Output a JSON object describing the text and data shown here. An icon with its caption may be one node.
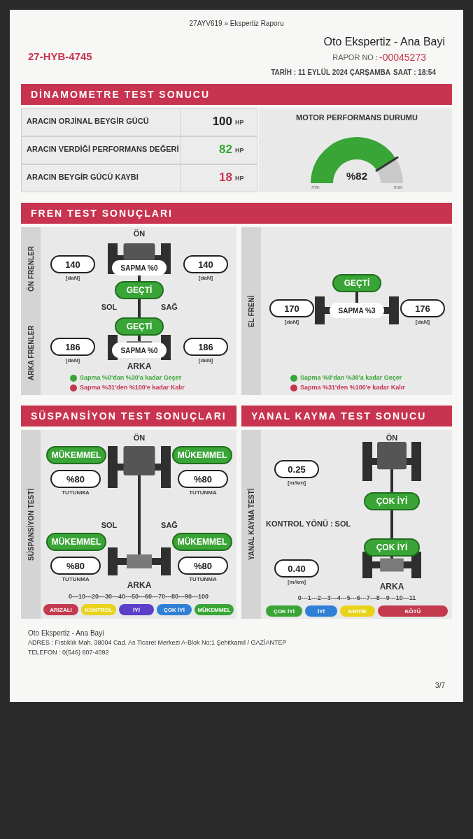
{
  "diagram": {
    "nodes": [
      {
        "text": [
          "DİNAMOMETRE TEST SONUCU"
        ]
      },
      {
        "text": [
          "FREN TEST SONUÇLARI"
        ]
      },
      {
        "text": [
          "ÖN FRENLER"
        ]
      },
      {
        "text": [
          "140"
        ],
        "beside": [
          "[daN]"
        ]
      },
      {
        "text": [
          "SAPMA %0"
        ]
      },
      {
        "text": [
          "140"
        ],
        "beside": [
          "[daN]"
        ]
      },
      {
        "text": [
          "GEÇTİ"
        ]
      },
      {
        "text": [
          "GEÇTİ"
        ]
      },
      {
        "text": [
          "ARKA FRENLER"
        ]
      },
      {
        "text": [
          "186"
        ],
        "beside": [
          "[daN]"
        ]
      },
      {
        "text": [
          "SAPMA %0"
        ]
      },
      {
        "text": [
          "186"
        ],
        "beside": [
          "[daN]"
        ]
      },
      {
        "text": [
          "EL FRENİ"
        ]
      },
      {
        "text": [
          "GEÇTİ"
        ]
      },
      {
        "text": [
          "170"
        ],
        "beside": [
          "[daN]"
        ]
      },
      {
        "text": [
          "SAPMA %3"
        ]
      },
      {
        "text": [
          "176"
        ],
        "beside": [
          "[daN]"
        ]
      },
      {
        "text": [
          "SÜSPANSİYON TEST SONUÇLARI"
        ]
      },
      {
        "text": [
          "YANAL KAYMA TEST SONUCU"
        ]
      },
      {
        "text": [
          "SÜSPANSİYON TESTİ"
        ]
      },
      {
        "text": [
          "MÜKEMMEL"
        ]
      },
      {
        "text": [
          "MÜKEMMEL"
        ]
      },
      {
        "text": [
          "%80"
        ],
        "beside": [
          "TUTUNMA"
        ]
      },
      {
        "text": [
          "%80"
        ],
        "beside": [
          "TUTUNMA"
        ]
      },
      {
        "text": [
          "MÜKEMMEL"
        ]
      },
      {
        "text": [
          "MÜKEMMEL"
        ]
      },
      {
        "text": [
          "%80"
        ],
        "beside": [
          "TUTUNMA"
        ]
      },
      {
        "text": [
          "%80"
        ],
        "beside": [
          "TUTUNMA"
        ]
      },
      {
        "text": [
          "YANAL KAYMA TESTİ"
        ]
      },
      {
        "text": [
          "0.25"
        ],
        "beside": [
          "[m/km]"
        ]
      },
      {
        "text": [
          "ÇOK İYİ"
        ]
      },
      {
        "text": [
          "ÇOK İYİ"
        ]
      },
      {
        "text": [
          "0.40"
        ],
        "beside": [
          "[m/km]"
        ]
      }
    ],
    "labels": [
      "27AYV619 » Ekspertiz Raporu",
      "27-HYB-4745",
      "Oto Ekspertiz - Ana Bayi",
      "RAPOR NO :",
      "-00045273",
      "TARİH : 11 EYLÜL 2024 ÇARŞAMBA",
      "SAAT : 18:54",
      "ARACIN ORJİNAL BEYGİR GÜCÜ",
      "100",
      "HP",
      "ARACIN VERDİĞİ PERFORMANS DEĞERİ",
      "82",
      "HP",
      "ARACIN BEYGİR GÜCÜ KAYBI",
      "18",
      "HP",
      "MOTOR PERFORMANS DURUMU",
      "%82",
      "min",
      "max",
      "ÖN",
      "SOL",
      "SAĞ",
      "ARKA",
      "ÖN",
      "SOL",
      "SAĞ",
      "ARKA",
      "0---10---20---30---40---50---60---70---80---90---100",
      "ÖN",
      "KONTROL YÖNÜ : SOL",
      "ARKA",
      "0---1---2---3---4---5---6---7---8---9---10---11",
      "Oto Ekspertiz - Ana Bayi",
      "ADRES : Fıstıklık Mah. 38004 Cad. As Ticaret Merkezi A-Blok No:1 Şehitkamil / GAZİANTEP",
      "TELEFON : 0(546) 807-4092",
      "3/7"
    ],
    "legend": [
      {
        "text": "Sapma %0'dan %30'a kadar Geçer",
        "color": "#3aa537"
      },
      {
        "text": "Sapma %31'den %100'e kadar Kalır",
        "color": "#c8334f"
      },
      {
        "text": "Sapma %0'dan %30'a kadar Geçer",
        "color": "#3aa537"
      },
      {
        "text": "Sapma %31'den %100'e kadar Kalır",
        "color": "#c8334f"
      },
      {
        "text": "ARIZALI",
        "color": "#c33a4f"
      },
      {
        "text": "KONTROL",
        "color": "#e8d31a"
      },
      {
        "text": "İYİ",
        "color": "#5b3fc9"
      },
      {
        "text": "ÇOK İYİ",
        "color": "#2f7fd6"
      },
      {
        "text": "MÜKEMMEL",
        "color": "#3aa537"
      },
      {
        "text": "ÇOK İYİ",
        "color": "#3aa537"
      },
      {
        "text": "İYİ",
        "color": "#2f7fd6"
      },
      {
        "text": "KRİTİK",
        "color": "#e8d31a"
      },
      {
        "text": "KÖTÜ",
        "color": "#c33a4f"
      }
    ]
  }
}
